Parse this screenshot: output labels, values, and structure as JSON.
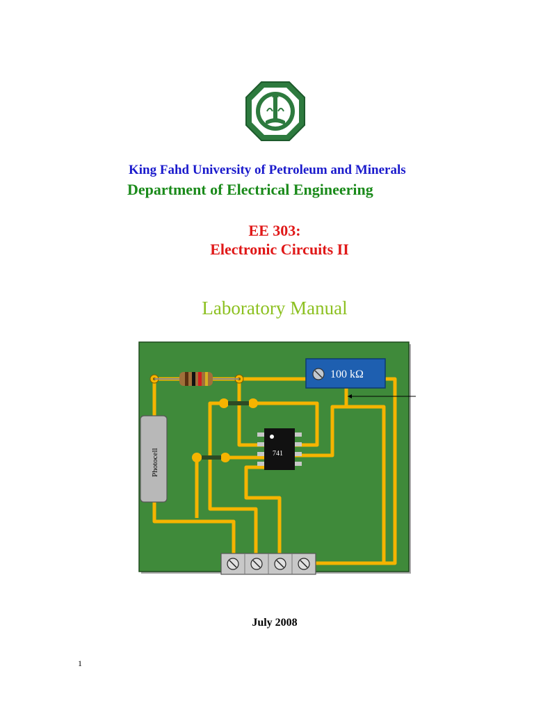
{
  "header": {
    "university": "King Fahd University of Petroleum and Minerals",
    "department": "Department of Electrical Engineering"
  },
  "course": {
    "code": "EE 303:",
    "title": "Electronic Circuits II"
  },
  "document": {
    "title": "Laboratory Manual",
    "date": "July 2008",
    "page_number": "1"
  },
  "figure": {
    "potentiometer_label": "100 kΩ",
    "chip_label": "741",
    "sensor_label": "Photocell"
  },
  "colors": {
    "university": "#1a1acc",
    "department": "#1a8a1a",
    "course": "#e01818",
    "manual_title": "#8cc020",
    "board_green": "#3f8a3a",
    "trace_gold": "#f5b400"
  }
}
